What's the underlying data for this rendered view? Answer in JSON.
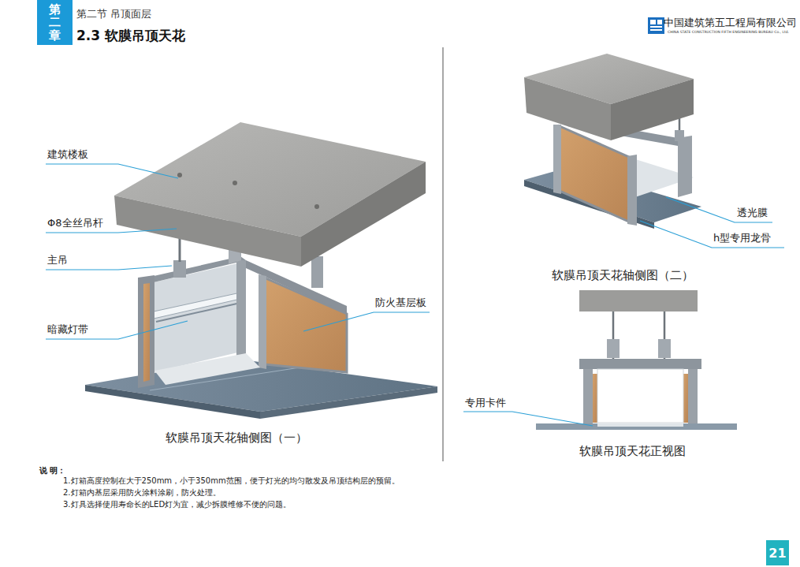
{
  "diagram": {
    "title": "2.3 软膜吊顶天花",
    "nodes": [
      {
        "text": [
          "第二章"
        ]
      },
      {
        "text": [
          "21"
        ]
      }
    ],
    "labels": [
      "第二节 吊顶面层",
      "中国建筑第五工程局有限公司",
      "CHINA STATE CONSTRUCTION FIFTH ENGINEERING BUREAU Co., Ltd.",
      "建筑楼板",
      "Φ8全丝吊杆",
      "主吊",
      "暗藏灯带",
      "防火基层板",
      "软膜吊顶天花轴侧图（一）",
      "透光膜",
      "h型专用龙骨",
      "软膜吊顶天花轴侧图（二）",
      "专用卡件",
      "软膜吊顶天花正视图",
      "说 明：",
      "1.灯箱高度控制在大于250mm，小于350mm范围，便于灯光的均匀散发及吊顶结构层的预留。",
      "2.灯箱内基层采用防火涂料涂刷，防火处理。",
      "3.灯具选择使用寿命长的LED灯为宜，减少拆膜维修不便的问题。"
    ]
  }
}
